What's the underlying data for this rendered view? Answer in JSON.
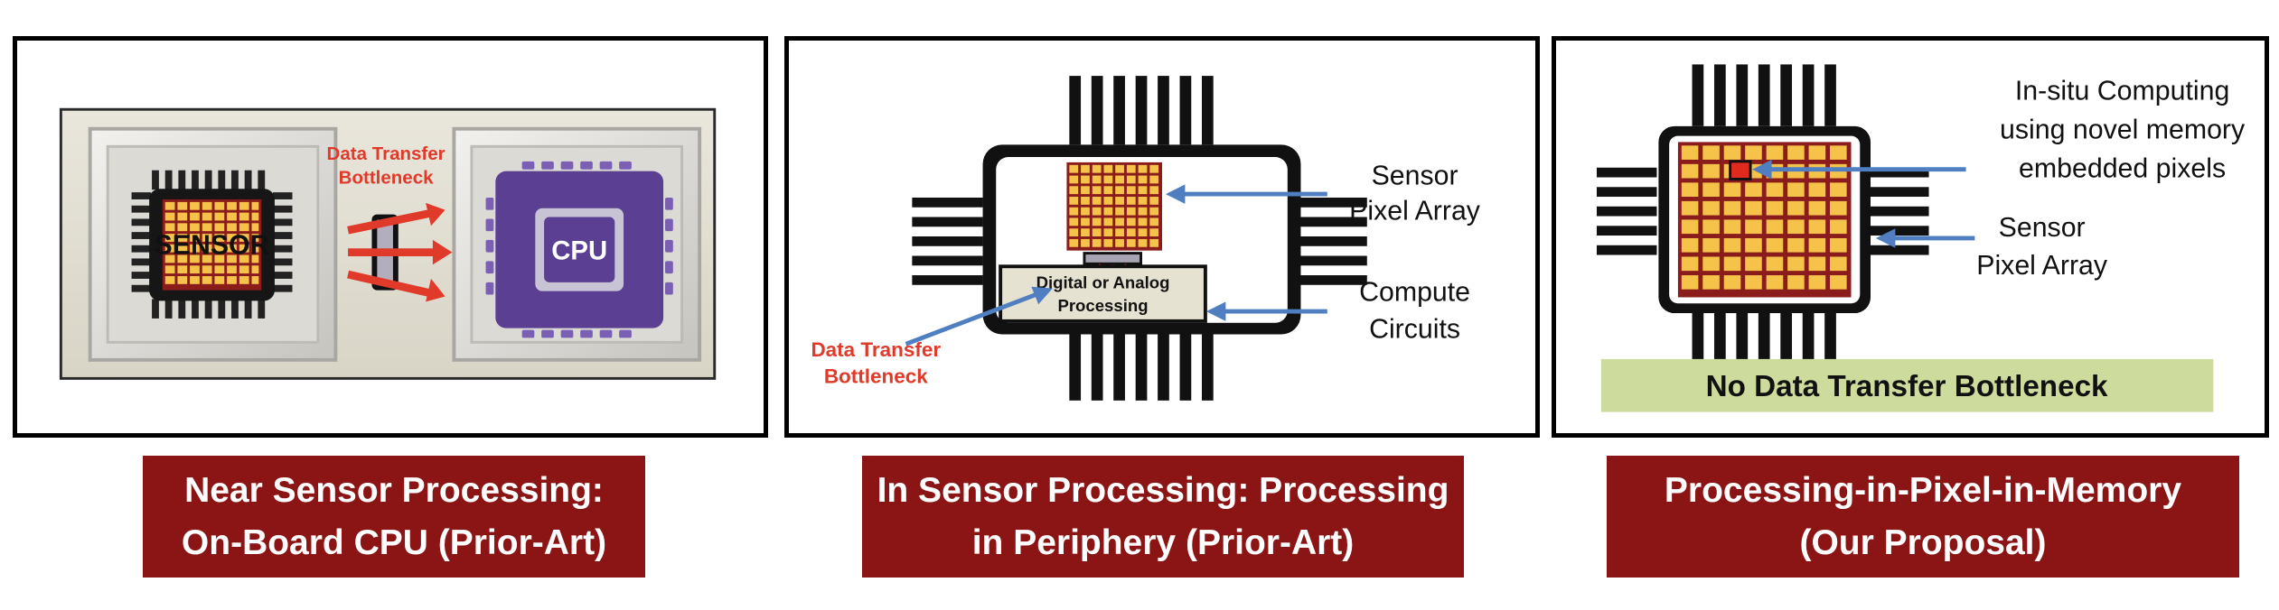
{
  "panels": {
    "near": {
      "sensor_label": "SENSOR",
      "cpu_label": "CPU",
      "bottleneck_line1": "Data Transfer",
      "bottleneck_line2": "Bottleneck",
      "caption_line1": "Near Sensor Processing:",
      "caption_line2": "On-Board CPU (Prior-Art)"
    },
    "in_sensor": {
      "pixel_array_line1": "Sensor",
      "pixel_array_line2": "Pixel Array",
      "compute_line1": "Compute",
      "compute_line2": "Circuits",
      "processing_line1": "Digital or Analog",
      "processing_line2": "Processing",
      "bottleneck_line1": "Data Transfer",
      "bottleneck_line2": "Bottleneck",
      "caption_line1": "In Sensor Processing: Processing",
      "caption_line2": "in Periphery (Prior-Art)"
    },
    "pip": {
      "insitu_line1": "In-situ Computing",
      "insitu_line2": "using novel memory",
      "insitu_line3": "embedded pixels",
      "pixel_array_line1": "Sensor",
      "pixel_array_line2": "Pixel Array",
      "banner": "No Data Transfer Bottleneck",
      "caption_line1": "Processing-in-Pixel-in-Memory",
      "caption_line2": "(Our Proposal)"
    }
  },
  "colors": {
    "caption_bg": "#8b1515",
    "pixel_fill": "#f6c34a",
    "pixel_bg": "#8a1c1c",
    "arrow_blue": "#4f7fc0",
    "arrow_red": "#e03a2a",
    "banner_green": "#cddc9d",
    "cpu_purple": "#5b3f92"
  }
}
